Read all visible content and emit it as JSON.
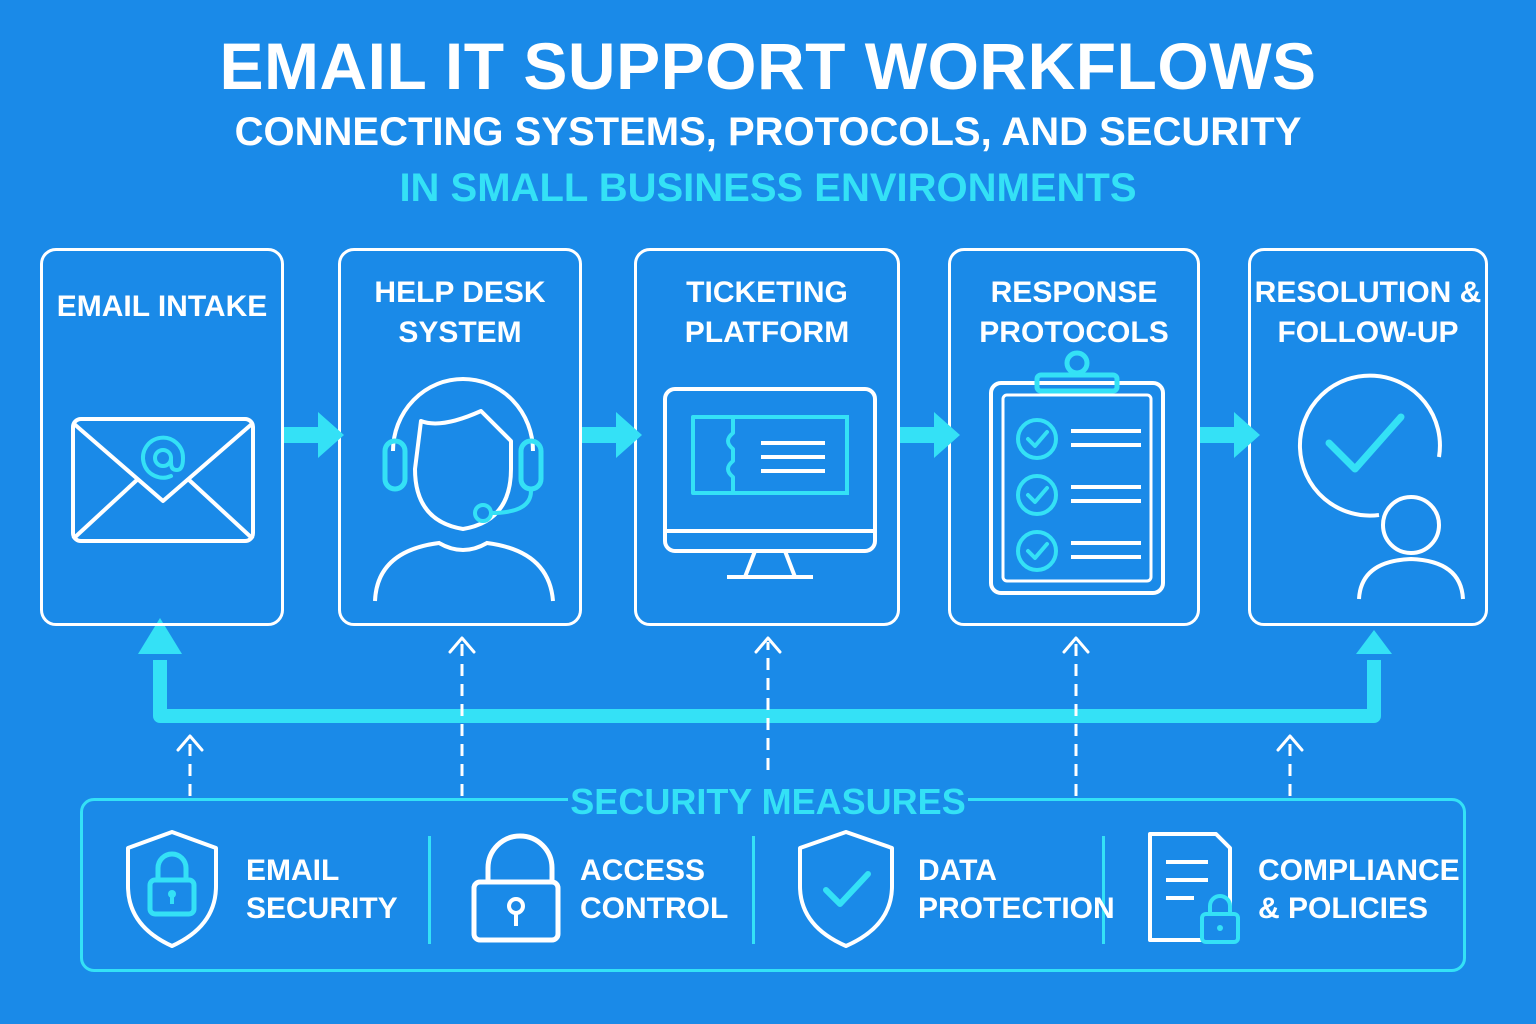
{
  "header": {
    "title": "EMAIL IT SUPPORT WORKFLOWS",
    "subtitle": "CONNECTING SYSTEMS, PROTOCOLS, AND SECURITY",
    "subtitle2": "IN SMALL BUSINESS ENVIRONMENTS"
  },
  "workflow": {
    "steps": [
      {
        "label": "EMAIL INTAKE",
        "icon": "envelope-icon"
      },
      {
        "label": "HELP DESK\nSYSTEM",
        "icon": "headset-agent-icon"
      },
      {
        "label": "TICKETING\nPLATFORM",
        "icon": "monitor-ticket-icon"
      },
      {
        "label": "RESPONSE\nPROTOCOLS",
        "icon": "clipboard-checklist-icon"
      },
      {
        "label": "RESOLUTION &\nFOLLOW-UP",
        "icon": "check-user-icon"
      }
    ]
  },
  "security": {
    "title": "SECURITY MEASURES",
    "items": [
      {
        "label": "EMAIL\nSECURITY",
        "icon": "shield-lock-icon"
      },
      {
        "label": "ACCESS\nCONTROL",
        "icon": "padlock-icon"
      },
      {
        "label": "DATA\nPROTECTION",
        "icon": "shield-check-icon"
      },
      {
        "label": "COMPLIANCE\n& POLICIES",
        "icon": "document-lock-icon"
      }
    ]
  },
  "colors": {
    "background": "#1a8ae8",
    "outline": "#ffffff",
    "accent": "#34e1f6"
  }
}
